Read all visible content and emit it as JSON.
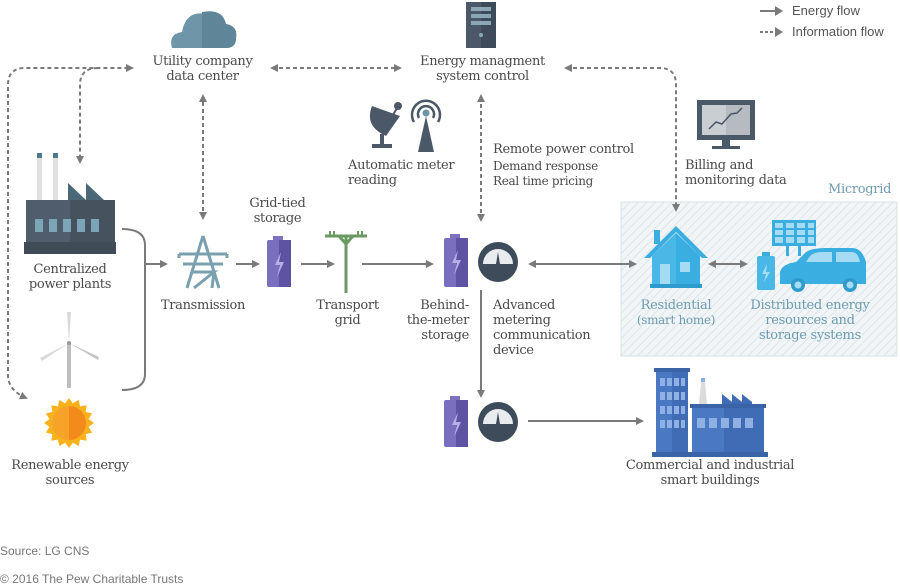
{
  "legend": {
    "energy_flow": "Energy flow",
    "information_flow": "Information flow"
  },
  "nodes": {
    "utility_data_center": [
      "Utility company",
      "data center"
    ],
    "energy_management": [
      "Energy managment",
      "system control"
    ],
    "automatic_meter_reading": [
      "Automatic meter",
      "reading"
    ],
    "remote_power_control": {
      "title": "Remote power control",
      "items": [
        "Demand response",
        "Real time pricing"
      ]
    },
    "billing_monitoring": [
      "Billing and",
      "monitoring data"
    ],
    "centralized_power_plants": [
      "Centralized",
      "power plants"
    ],
    "renewable_energy": [
      "Renewable energy",
      "sources"
    ],
    "transmission": "Transmission",
    "grid_tied_storage": [
      "Grid-tied",
      "storage"
    ],
    "transport_grid": [
      "Transport",
      "grid"
    ],
    "behind_meter_storage": [
      "Behind-",
      "the-meter",
      "storage"
    ],
    "advanced_metering": [
      "Advanced",
      "metering",
      "communication",
      "device"
    ],
    "microgrid": "Microgrid",
    "residential": [
      "Residential",
      "(smart home)"
    ],
    "distributed_energy": [
      "Distributed energy",
      "resources and",
      "storage systems"
    ],
    "commercial_industrial": [
      "Commercial and industrial",
      "smart buildings"
    ]
  },
  "colors": {
    "arrow": "#7a7a7a",
    "battery": "#6a5fad",
    "microgrid_blue": "#3aaee0",
    "building_blue": "#4a78c2",
    "dark_slate": "#4a5868",
    "cloud": "#6e95a8",
    "transmission_tower": "#7aa0b0",
    "transport_pole": "#6a9a62",
    "sun": "#f7a21b"
  },
  "footer": {
    "source": "Source: LG CNS",
    "copyright": "© 2016 The Pew Charitable Trusts"
  }
}
